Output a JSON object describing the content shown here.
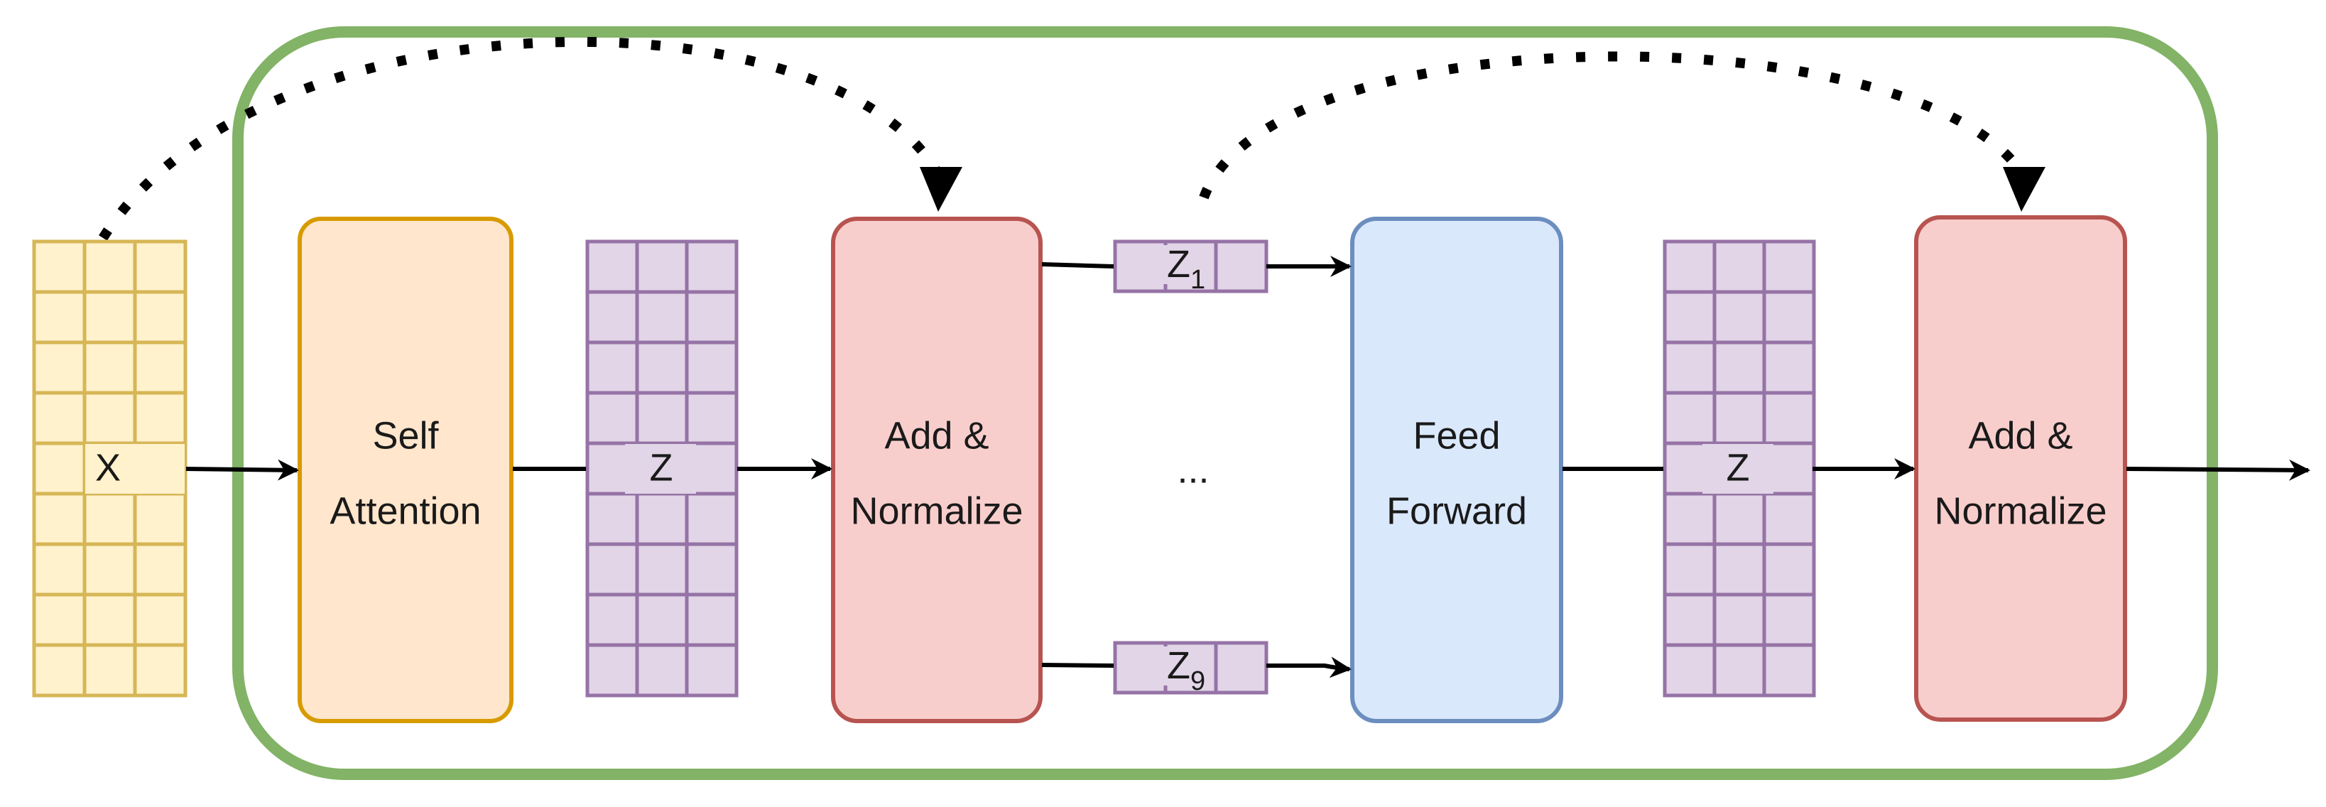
{
  "diagram": {
    "input_label": "X",
    "self_attention": {
      "line1": "Self",
      "line2": "Attention"
    },
    "attention_output_label": "Z",
    "add_norm_1": {
      "line1": "Add &",
      "line2": "Normalize"
    },
    "z_first": {
      "base": "Z",
      "sub": "1"
    },
    "z_last": {
      "base": "Z",
      "sub": "9"
    },
    "ellipsis": "...",
    "feed_forward": {
      "line1": "Feed",
      "line2": "Forward"
    },
    "ffn_output_label": "Z",
    "add_norm_2": {
      "line1": "Add &",
      "line2": "Normalize"
    }
  },
  "colors": {
    "encoder_border": "#82b366",
    "input_fill": "#fff2cc",
    "input_stroke": "#d6b656",
    "attention_fill": "#ffe6cc",
    "attention_stroke": "#d79b00",
    "matrix_fill": "#e1d5e7",
    "matrix_stroke": "#9673a6",
    "norm_fill": "#f8cecc",
    "norm_stroke": "#b85450",
    "ffn_fill": "#dae8fc",
    "ffn_stroke": "#6c8ebf",
    "arrow": "#000000"
  }
}
